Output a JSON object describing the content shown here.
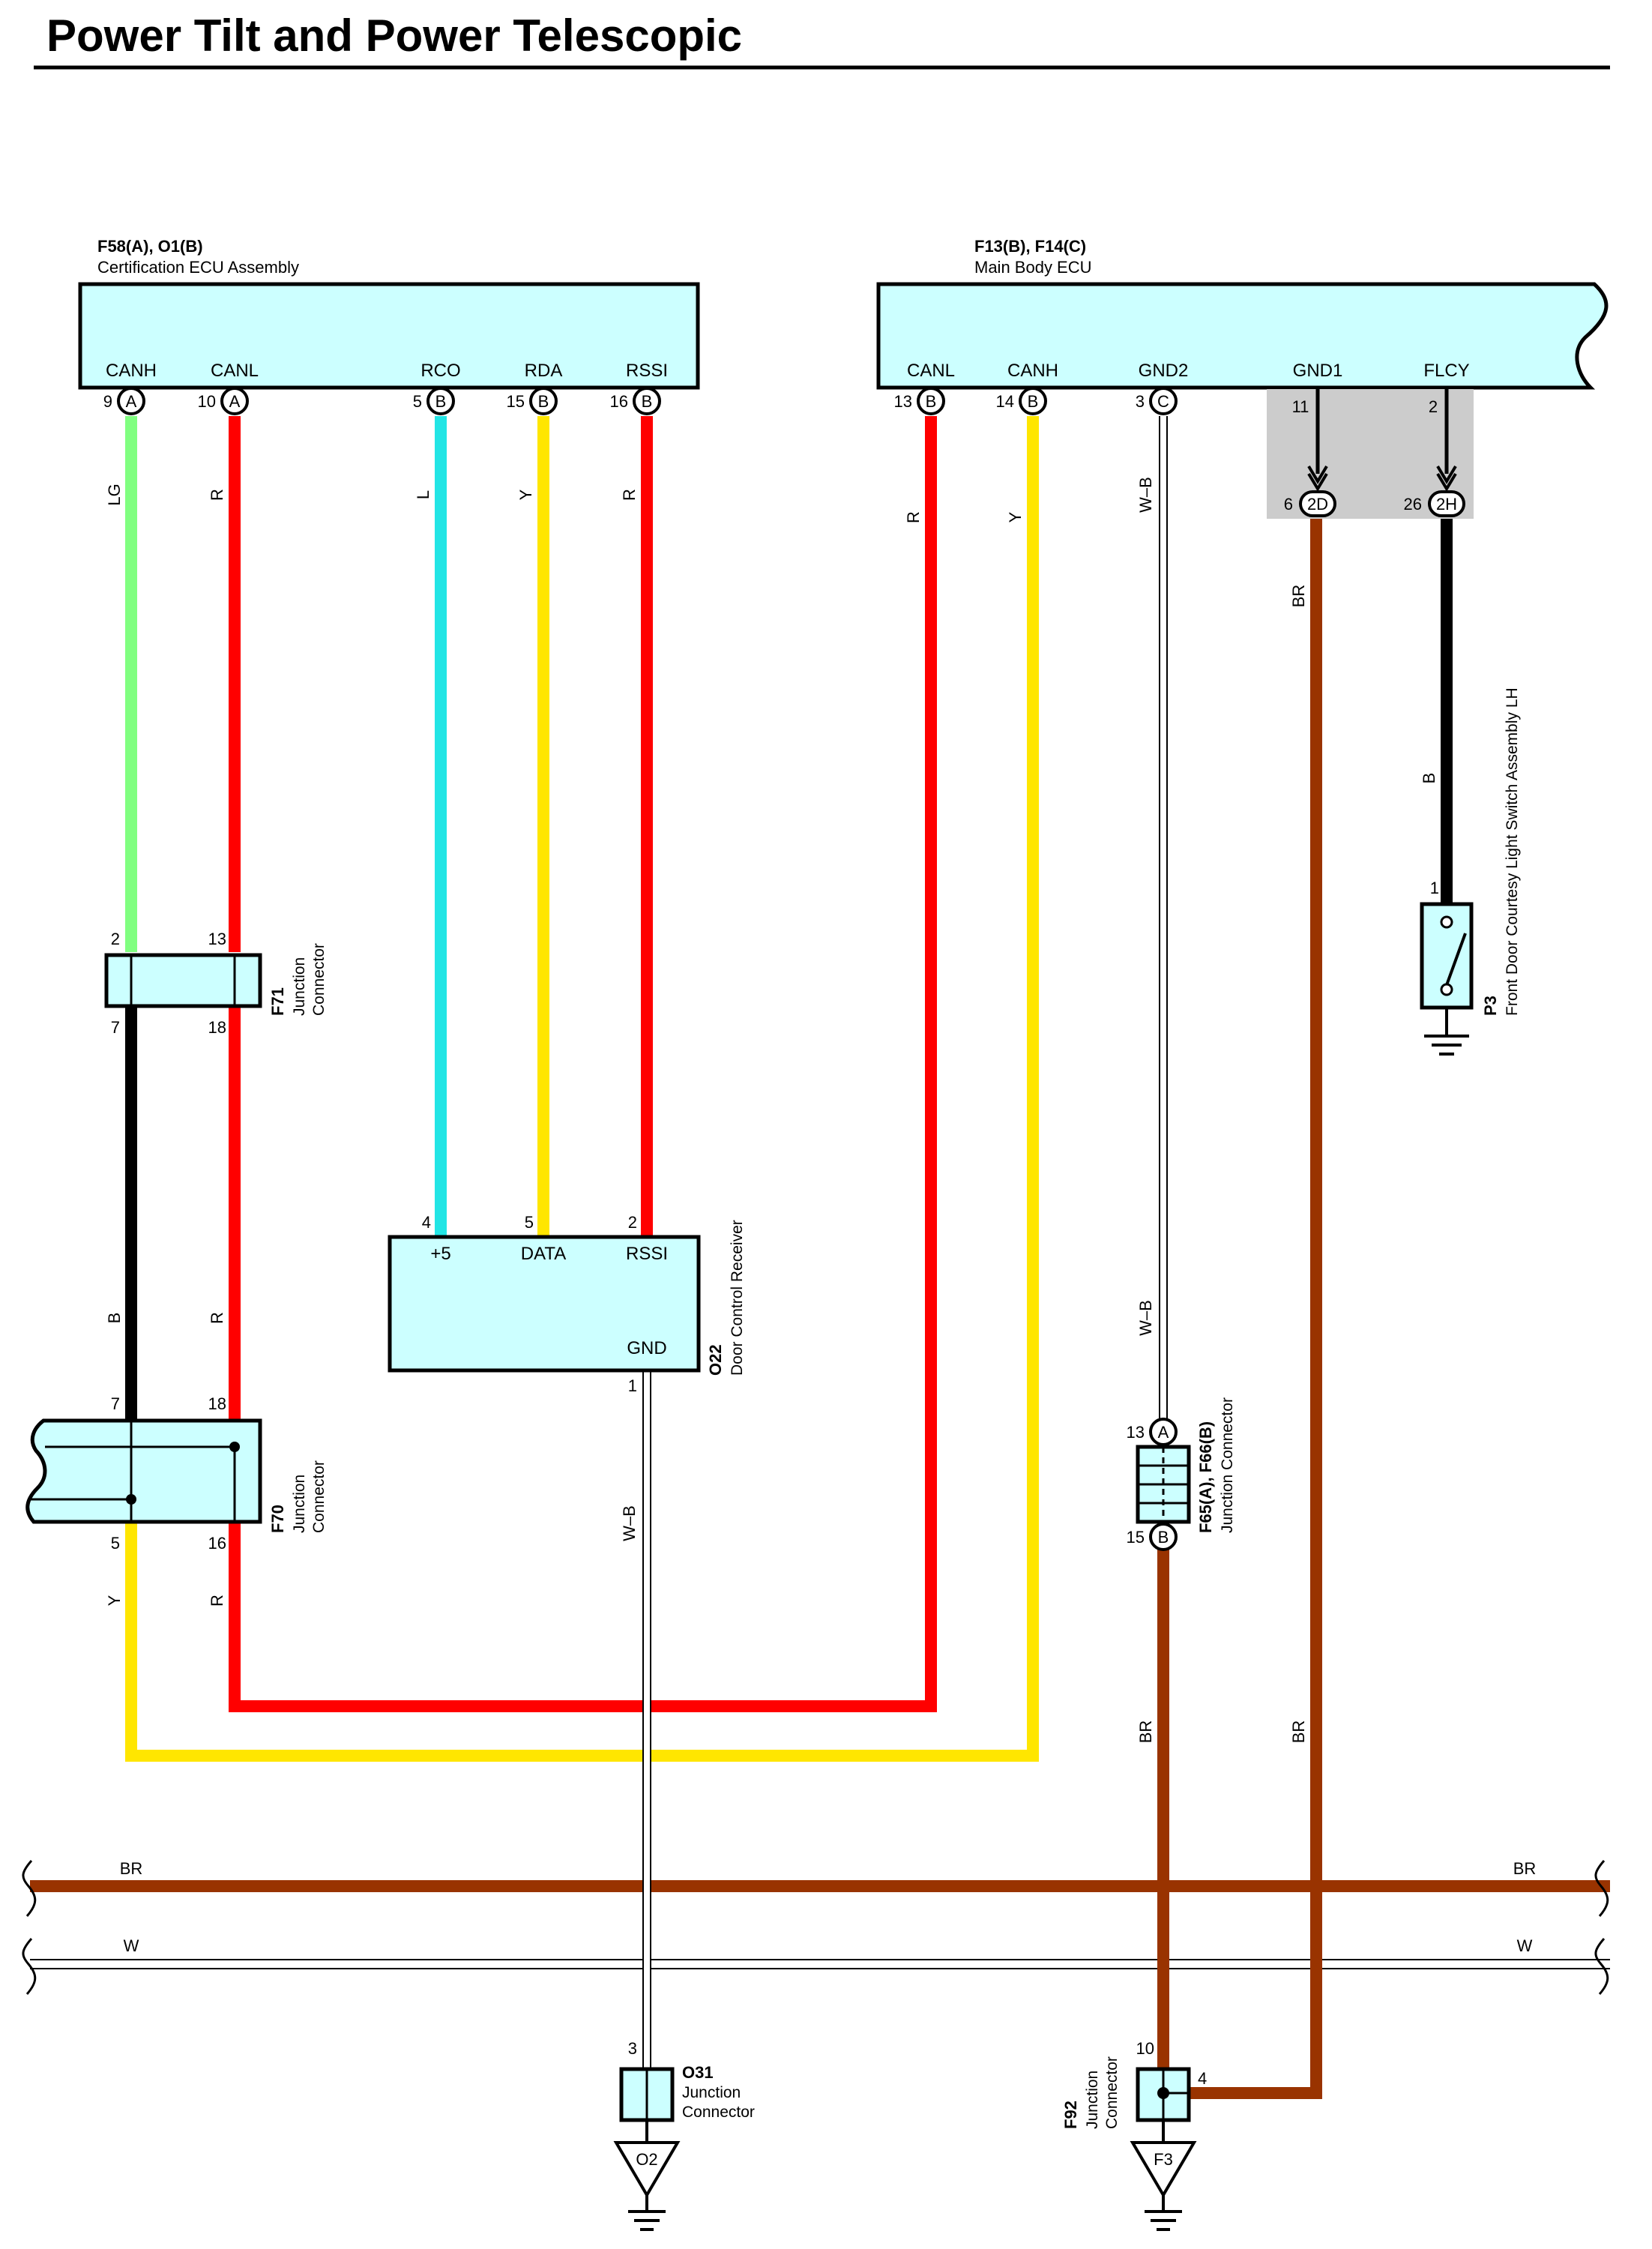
{
  "title": "Power Tilt and Power Telescopic",
  "colors": {
    "LG": "#80ff80",
    "R": "#ff0000",
    "L": "#22e5e5",
    "Y": "#ffe600",
    "B": "#000000",
    "BR": "#993300",
    "W-B": "#ffffff",
    "W": "#ffffff",
    "component_fill": "#ccffff",
    "shade": "#cccccc"
  },
  "components": {
    "cert_ecu": {
      "id": "F58(A), O1(B)",
      "name": "Certification ECU Assembly",
      "pins": [
        {
          "name": "CANH",
          "num": "9",
          "conn": "A"
        },
        {
          "name": "CANL",
          "num": "10",
          "conn": "A"
        },
        {
          "name": "RCO",
          "num": "5",
          "conn": "B"
        },
        {
          "name": "RDA",
          "num": "15",
          "conn": "B"
        },
        {
          "name": "RSSI",
          "num": "16",
          "conn": "B"
        }
      ]
    },
    "body_ecu": {
      "id": "F13(B), F14(C)",
      "name": "Main Body ECU",
      "pins": [
        {
          "name": "CANL",
          "num": "13",
          "conn": "B"
        },
        {
          "name": "CANH",
          "num": "14",
          "conn": "B"
        },
        {
          "name": "GND2",
          "num": "3",
          "conn": "C"
        },
        {
          "name": "GND1",
          "num": "11"
        },
        {
          "name": "FLCY",
          "num": "2"
        }
      ]
    },
    "junction_2d": {
      "conn": "2D",
      "pin_top": "11",
      "pin_bottom": "6"
    },
    "junction_2h": {
      "conn": "2H",
      "pin_top": "2",
      "pin_bottom": "26"
    },
    "f71": {
      "id": "F71",
      "name_line1": "Junction",
      "name_line2": "Connector",
      "pins": [
        "2",
        "13",
        "7",
        "18"
      ]
    },
    "f70": {
      "id": "F70",
      "name_line1": "Junction",
      "name_line2": "Connector",
      "pins": [
        "7",
        "18",
        "5",
        "16"
      ]
    },
    "o22": {
      "id": "O22",
      "name": "Door Control Receiver",
      "pins": [
        {
          "name": "+5",
          "num": "4"
        },
        {
          "name": "DATA",
          "num": "5"
        },
        {
          "name": "RSSI",
          "num": "2"
        }
      ],
      "gnd": {
        "name": "GND",
        "num": "1"
      }
    },
    "f65": {
      "id": "F65(A), F66(B)",
      "name": "Junction Connector",
      "pin_a": "13",
      "conn_a": "A",
      "pin_b": "15",
      "conn_b": "B"
    },
    "p3": {
      "id": "P3",
      "name": "Front Door Courtesy Light Switch Assembly LH",
      "pin": "1"
    },
    "o31": {
      "id": "O31",
      "name_line1": "Junction",
      "name_line2": "Connector",
      "pin": "3",
      "ground": "O2"
    },
    "f92": {
      "id": "F92",
      "name_line1": "Junction",
      "name_line2": "Connector",
      "pin_left": "10",
      "pin_right": "4",
      "ground": "F3"
    }
  },
  "wires": {
    "canh_top": "LG",
    "canl_top": "R",
    "rco": "L",
    "rda": "Y",
    "rssi": "R",
    "body_canl": "R",
    "body_canh": "Y",
    "gnd2_top": "W–B",
    "gnd1": "BR",
    "flcy": "B",
    "f71_b": "B",
    "f71_r": "R",
    "f70_y": "Y",
    "f70_r": "R",
    "o22_gnd": "W–B",
    "gnd2_bottom": "W–B",
    "f65_br": "BR",
    "gnd1_bottom": "BR"
  },
  "buses": {
    "br_left": "BR",
    "br_right": "BR",
    "w_left": "W",
    "w_right": "W"
  }
}
